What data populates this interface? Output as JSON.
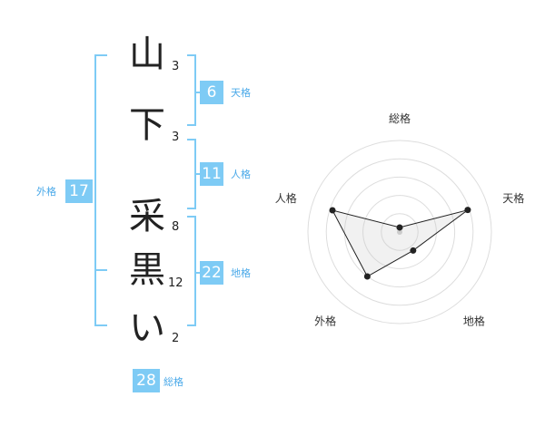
{
  "name_chars": [
    {
      "char": "山",
      "strokes": "3"
    },
    {
      "char": "下",
      "strokes": "3"
    },
    {
      "char": "采",
      "strokes": "8"
    },
    {
      "char": "黒",
      "strokes": "12"
    },
    {
      "char": "い",
      "strokes": "2"
    }
  ],
  "scores": {
    "tenkaku": {
      "value": "6",
      "label": "天格"
    },
    "jinkaku": {
      "value": "11",
      "label": "人格"
    },
    "chikaku": {
      "value": "22",
      "label": "地格"
    },
    "gaikaku": {
      "value": "17",
      "label": "外格"
    },
    "soukaku": {
      "value": "28",
      "label": "総格"
    }
  },
  "colors": {
    "accent": "#7ecbf5",
    "label_text": "#4aa9e9"
  },
  "chart_data": {
    "type": "radar",
    "axes": [
      "総格",
      "天格",
      "地格",
      "外格",
      "人格"
    ],
    "values": [
      0.05,
      0.78,
      0.25,
      0.6,
      0.77
    ],
    "rings": 5,
    "grid": true
  }
}
